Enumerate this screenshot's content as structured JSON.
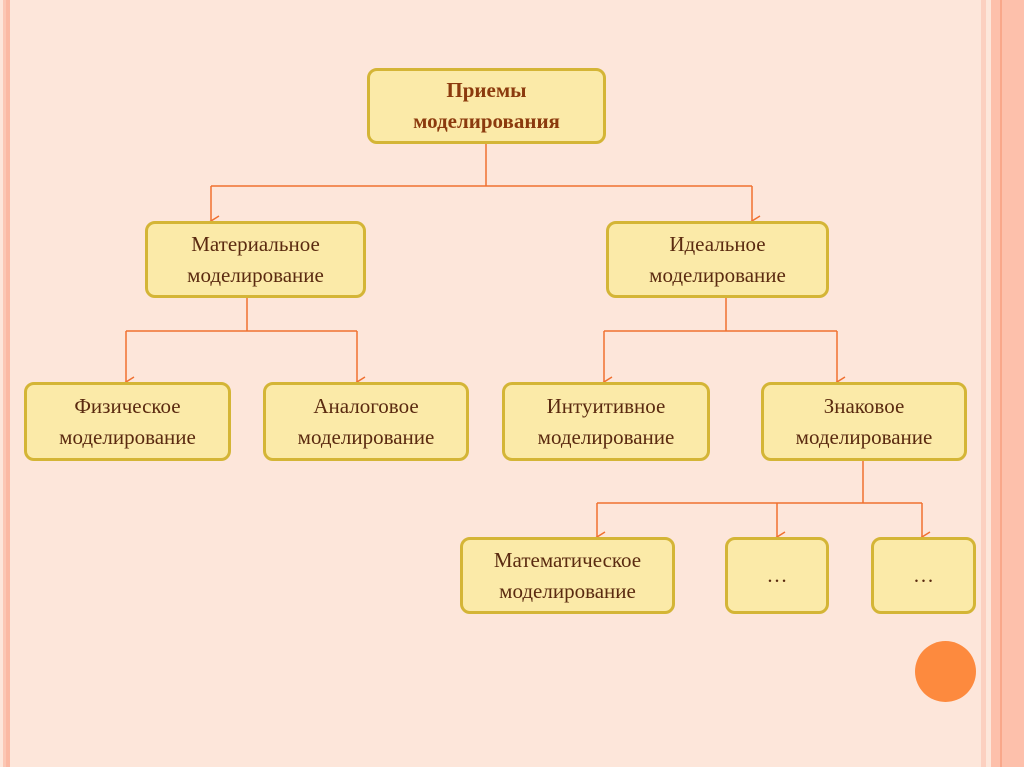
{
  "diagram": {
    "root": "Приемы\nмоделирования",
    "material": "Материальное\nмоделирование",
    "ideal": "Идеальное\nмоделирование",
    "physical": "Физическое\nмоделирование",
    "analog": "Аналоговое\nмоделирование",
    "intuitive": "Интуитивное\nмоделирование",
    "sign": "Знаковое\nмоделирование",
    "math": "Математическое\nмоделирование",
    "more1": "…",
    "more2": "…"
  },
  "colors": {
    "background": "#fde6da",
    "box_fill": "#fbeaa8",
    "box_border": "#d4b536",
    "connector": "#f07030",
    "accent_circle": "#fd8a3e"
  }
}
